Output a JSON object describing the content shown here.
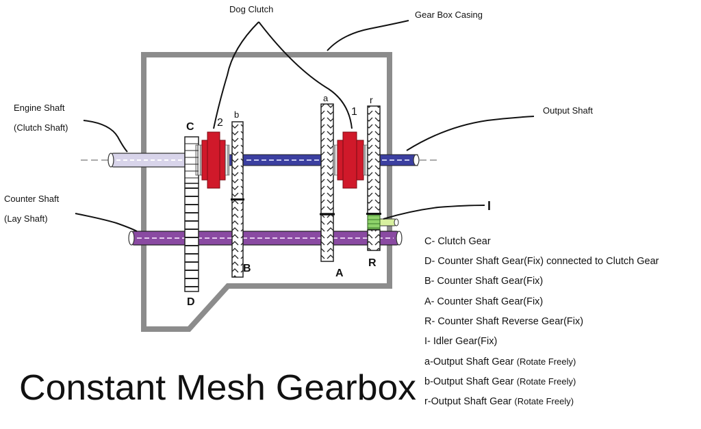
{
  "title": "Constant Mesh Gearbox",
  "callouts": {
    "dog_clutch": "Dog Clutch",
    "casing": "Gear Box Casing",
    "engine_shaft_1": "Engine Shaft",
    "engine_shaft_2": "(Clutch Shaft)",
    "output_shaft": "Output Shaft",
    "counter_shaft_1": "Counter Shaft",
    "counter_shaft_2": "(Lay Shaft)"
  },
  "letters": {
    "C": "C",
    "D": "D",
    "B": "B",
    "A": "A",
    "R": "R",
    "I": "I",
    "a": "a",
    "b": "b",
    "r": "r",
    "one": "1",
    "two": "2"
  },
  "legend": [
    {
      "main": "C- Clutch Gear",
      "note": ""
    },
    {
      "main": "D- Counter Shaft Gear(Fix) connected to Clutch Gear",
      "note": ""
    },
    {
      "main": "B- Counter Shaft Gear(Fix)",
      "note": ""
    },
    {
      "main": "A- Counter Shaft Gear(Fix)",
      "note": ""
    },
    {
      "main": "R- Counter Shaft Reverse Gear(Fix)",
      "note": ""
    },
    {
      "main": "I- Idler Gear(Fix)",
      "note": ""
    },
    {
      "main": "a-Output Shaft Gear ",
      "note": "(Rotate Freely)"
    },
    {
      "main": "b-Output Shaft Gear ",
      "note": "(Rotate Freely)"
    },
    {
      "main": "r-Output Shaft Gear ",
      "note": "(Rotate Freely)"
    }
  ],
  "colors": {
    "casing": "#8c8c8c",
    "clutch_shaft": "#d8d4ea",
    "output_shaft": "#3b3fa0",
    "counter_shaft": "#8a4aa2",
    "dog_clutch": "#d0192a",
    "idler": "#8fd36a"
  }
}
